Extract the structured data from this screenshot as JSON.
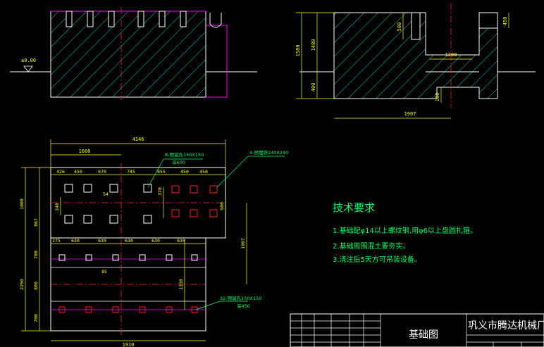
{
  "colors": {
    "background": "#000000",
    "outline": "#ffffff",
    "hatch": "#00ffff",
    "centerline": "#ff2020",
    "dimension": "#ffff00",
    "leader": "#00ff66",
    "ground": "#ff00ff"
  },
  "elevation_view": {
    "level_label": "±0.00"
  },
  "section_view": {
    "dims": {
      "total_height": "1580",
      "upper_height": "1480",
      "bottom_height": "400",
      "pocket_depth": "500",
      "top_notch": "450",
      "inner_width": "1200",
      "step_height": "100",
      "base_width": "1907"
    }
  },
  "plan_view": {
    "overall_width": "4146",
    "left_offset": "1600",
    "bottom_width": "1910",
    "top_row_spacing": [
      "426",
      "450",
      "670",
      "745",
      "655",
      "450",
      "450"
    ],
    "bottom_row_spacing": [
      "275",
      "630",
      "630",
      "630",
      "630",
      "630"
    ],
    "mid_offset_1": "54",
    "mid_offset_2": "85",
    "left_heights": [
      "1000",
      "340",
      "867",
      "700",
      "2250",
      "800",
      "700"
    ],
    "right_dims": [
      "370",
      "500",
      "1907",
      "1310"
    ],
    "callout_1": "8-预留孔150X150",
    "callout_1_depth": "深600",
    "callout_2": "4-预埋铁240X240",
    "callout_3": "32-预留孔150X150",
    "callout_3_depth": "深450"
  },
  "notes": {
    "title": "技术要求",
    "items": [
      "1.基础配φ14以上螺纹钢,用φ6以上盘圆扎箍。",
      "2.基础周围混土要夯实。",
      "3.浇注后5天方可吊装设备。"
    ]
  },
  "title_block": {
    "drawing_name": "基础图",
    "company": "巩义市腾达机械厂"
  }
}
